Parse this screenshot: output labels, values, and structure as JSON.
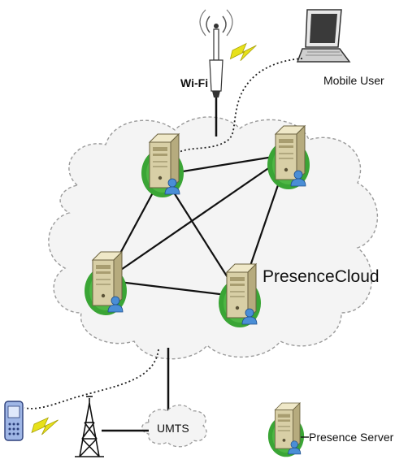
{
  "labels": {
    "wifi": "Wi-Fi",
    "mobile_user": "Mobile User",
    "cloud_name": "PresenceCloud",
    "umts": "UMTS",
    "legend_presence_server": "Presence Server"
  },
  "icons": {
    "server": "presence-server-icon",
    "wifi_antenna": "wifi-antenna-icon",
    "laptop": "laptop-icon",
    "phone": "mobile-phone-icon",
    "cell_tower": "cell-tower-icon",
    "wireless_link": "lightning-bolt-icon"
  },
  "colors": {
    "cloud_fill": "#f4f4f4",
    "cloud_outline": "#9a9a9a",
    "server_halo": "#3aa535",
    "server_body": "#d8cfa6",
    "user_badge": "#4a8ed6",
    "lightning": "#e7e11a",
    "line": "#111111"
  }
}
